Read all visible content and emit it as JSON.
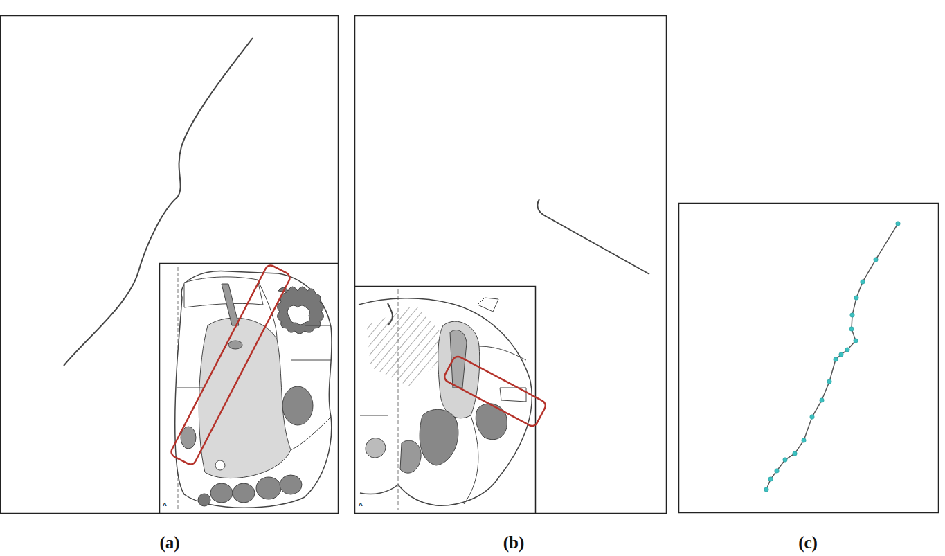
{
  "diagram": {
    "labels": [
      "(a)",
      "(b)",
      "(c)",
      "A",
      "A"
    ]
  }
}
